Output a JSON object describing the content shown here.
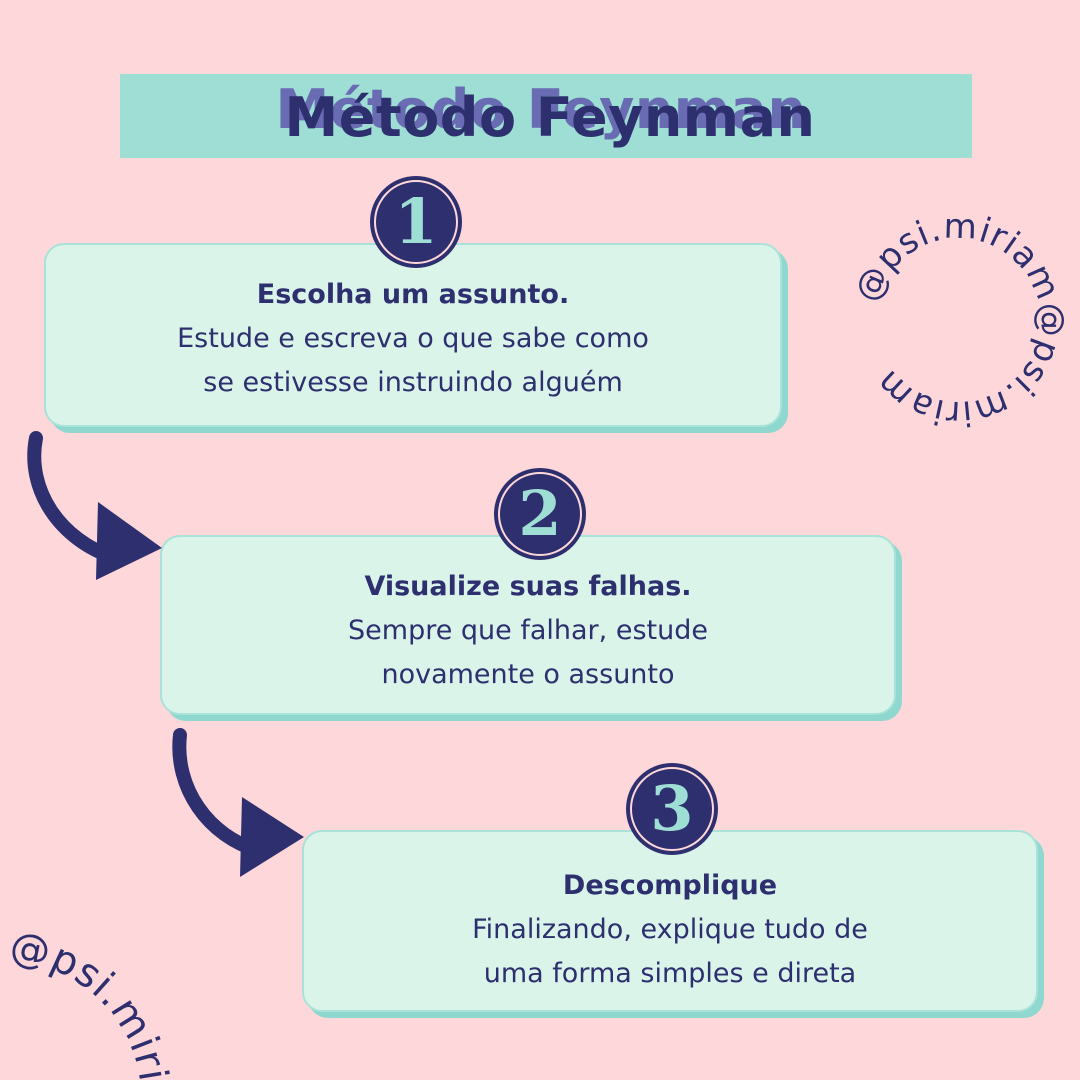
{
  "title": "Método Feynman",
  "steps": [
    {
      "number": "1",
      "heading": "Escolha um assunto.",
      "body": "Estude e escreva o que sabe como\nse estivesse instruindo alguém"
    },
    {
      "number": "2",
      "heading": "Visualize suas falhas.",
      "body": "Sempre que falhar, estude\nnovamente o assunto"
    },
    {
      "number": "3",
      "heading": "Descomplique",
      "body": "Finalizando, explique tudo de\numa forma simples e direta"
    }
  ],
  "handle_circle": "@psi.miriam@psi.miriam",
  "handle_corner": "@psi.miriam",
  "colors": {
    "background": "#fdd7d9",
    "mint": "#9fded5",
    "card": "#daf4ea",
    "navy": "#2d2f6e",
    "title_shadow": "#6a6cb3"
  },
  "icons": [
    "curved-arrow-icon",
    "curved-arrow-icon"
  ]
}
